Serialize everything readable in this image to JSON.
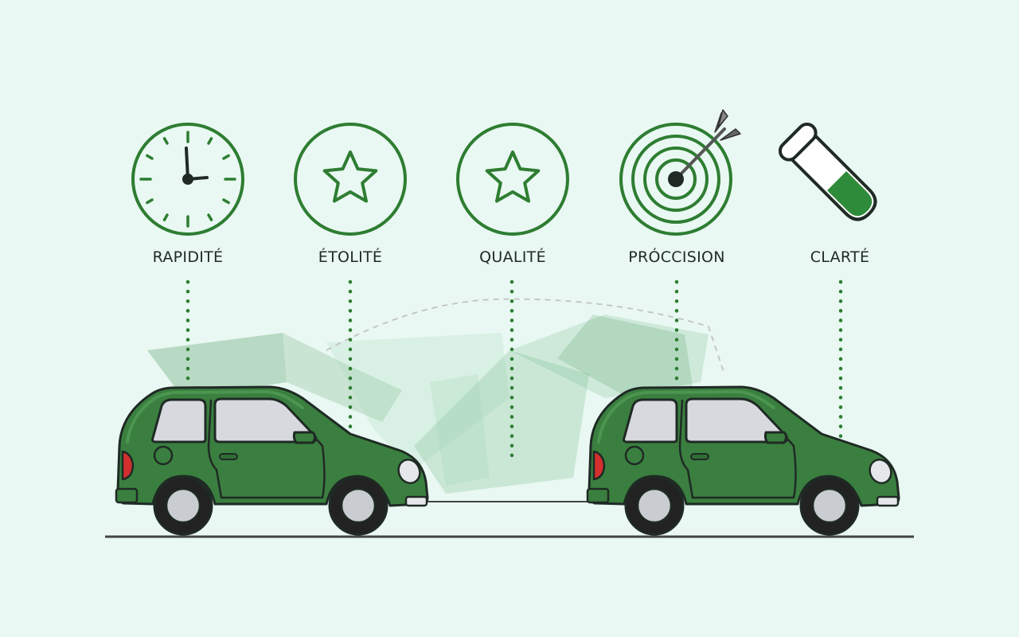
{
  "features": [
    {
      "label": "RAPIDITÉ",
      "icon": "clock-icon"
    },
    {
      "label": "ÉTOLITÉ",
      "icon": "star-icon"
    },
    {
      "label": "QUALITÉ",
      "icon": "star-icon"
    },
    {
      "label": "PRÓCCISION",
      "icon": "target-icon"
    },
    {
      "label": "CLARTÉ",
      "icon": "test-tube-icon"
    }
  ],
  "colors": {
    "background": "#e9f8f2",
    "accent": "#2e7d32",
    "car_body": "#3a7f3f",
    "outline": "#1f2a24",
    "window": "#d7d9de",
    "tail_light": "#d32f2f"
  }
}
